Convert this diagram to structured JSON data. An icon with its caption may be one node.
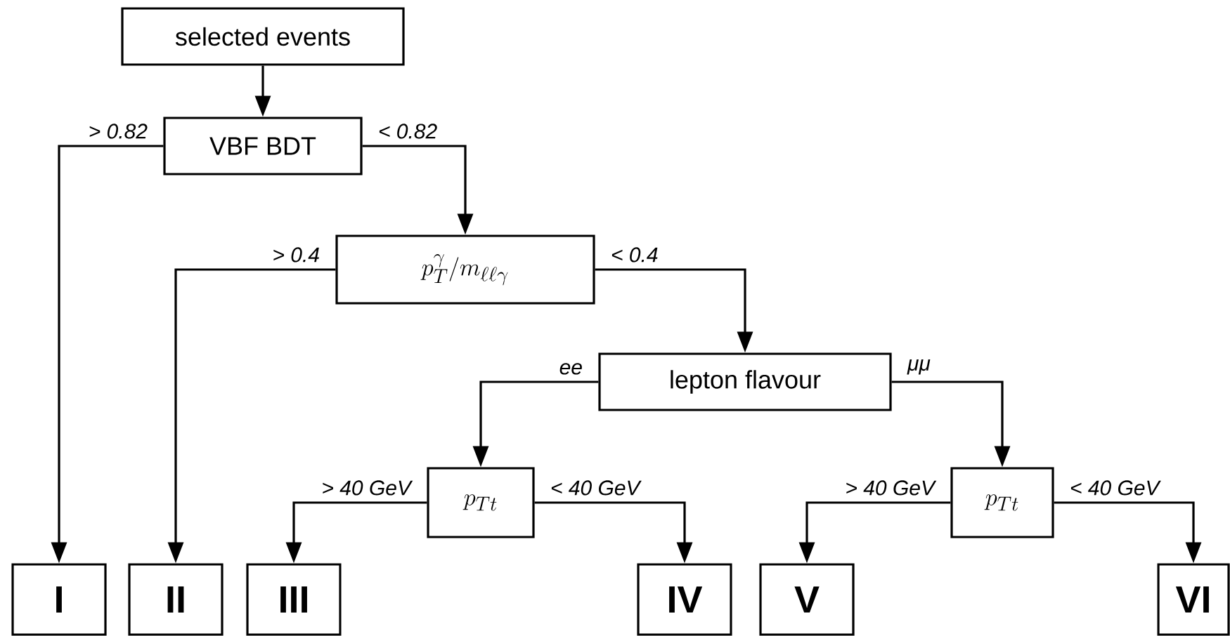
{
  "diagram": {
    "nodes": [
      {
        "text": [
          "selected events"
        ]
      },
      {
        "text": [
          "VBF BDT"
        ]
      },
      {
        "text": [
          "p_T^\\gamma/m_{\\ell\\ell\\gamma}"
        ]
      },
      {
        "text": [
          "lepton flavour"
        ]
      },
      {
        "text": [
          "p_{Tt}"
        ]
      },
      {
        "text": [
          "p_{Tt}"
        ]
      },
      {
        "text": [
          "I"
        ]
      },
      {
        "text": [
          "II"
        ]
      },
      {
        "text": [
          "III"
        ]
      },
      {
        "text": [
          "IV"
        ]
      },
      {
        "text": [
          "V"
        ]
      },
      {
        "text": [
          "VI"
        ]
      }
    ],
    "edges": [
      {
        "from": 0,
        "to": 1,
        "arrow": "to"
      },
      {
        "from": 1,
        "to": 6,
        "arrow": "to",
        "label": "> 0.82"
      },
      {
        "from": 1,
        "to": 2,
        "arrow": "to",
        "label": "< 0.82"
      },
      {
        "from": 2,
        "to": 7,
        "arrow": "to",
        "label": "> 0.4"
      },
      {
        "from": 2,
        "to": 3,
        "arrow": "to",
        "label": "< 0.4"
      },
      {
        "from": 3,
        "to": 4,
        "arrow": "to",
        "label": "ee"
      },
      {
        "from": 3,
        "to": 5,
        "arrow": "to",
        "label": "μμ"
      },
      {
        "from": 4,
        "to": 8,
        "arrow": "to",
        "label": "> 40 GeV"
      },
      {
        "from": 4,
        "to": 9,
        "arrow": "to",
        "label": "< 40 GeV"
      },
      {
        "from": 5,
        "to": 10,
        "arrow": "to",
        "label": "> 40 GeV"
      },
      {
        "from": 5,
        "to": 11,
        "arrow": "to",
        "label": "< 40 GeV"
      }
    ]
  }
}
